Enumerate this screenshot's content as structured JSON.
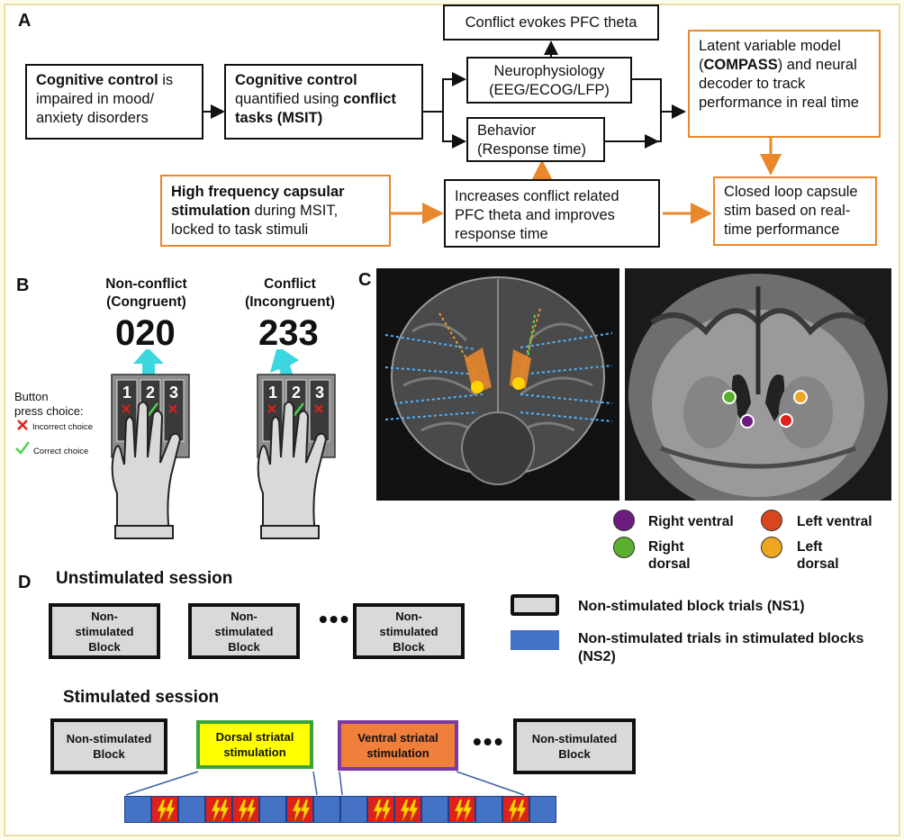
{
  "panel_letters": {
    "a": "A",
    "b": "B",
    "c": "C",
    "d": "D"
  },
  "panel_a": {
    "box1": {
      "bold": "Cognitive control",
      "rest": " is impaired in mood/ anxiety disorders"
    },
    "box2": {
      "bold1": "Cognitive control",
      "mid": " quantified using ",
      "bold2": "conflict tasks (MSIT)"
    },
    "top": "Conflict evokes PFC theta",
    "neuro_line1": "Neurophysiology",
    "neuro_line2": "(EEG/ECOG/LFP)",
    "behavior_line1": "Behavior",
    "behavior_line2": "(Response time)",
    "latent": {
      "pre": "Latent variable model (",
      "bold": "COMPASS",
      "post": ") and neural decoder to track performance in real time"
    },
    "hfs": {
      "bold": "High frequency capsular stimulation",
      "rest": " during MSIT, locked to task stimuli"
    },
    "increase": "Increases conflict related PFC theta and improves response time",
    "closed": "Closed loop capsule stim based on real-time performance",
    "colors": {
      "orange": "#e8872b"
    }
  },
  "panel_b": {
    "nonconflict_title1": "Non-conflict",
    "nonconflict_title2": "(Congruent)",
    "nonconflict_number": "020",
    "conflict_title1": "Conflict",
    "conflict_title2": "(Incongruent)",
    "conflict_number": "233",
    "keys": [
      "1",
      "2",
      "3"
    ],
    "legend_title1": "Button",
    "legend_title2": "press choice:",
    "incorrect": "Incorrect choice",
    "correct": "Correct choice"
  },
  "panel_c": {
    "legend": [
      {
        "label": "Right ventral",
        "color": "#6b1c7e"
      },
      {
        "label": "Left ventral",
        "color": "#d9461e"
      },
      {
        "label1": "Right",
        "label2": "dorsal",
        "color": "#5ab02e"
      },
      {
        "label1": "Left",
        "label2": "dorsal",
        "color": "#eea51f"
      }
    ]
  },
  "panel_d": {
    "unstim_title": "Unstimulated session",
    "stim_title": "Stimulated session",
    "nonstim_block_line1": "Non-",
    "nonstim_block_line2": "stimulated",
    "nonstim_block_line3": "Block",
    "nonstim_block2_line1": "Non-stimulated",
    "nonstim_block2_line2": "Block",
    "ellipsis": "•••",
    "dorsal_line1": "Dorsal striatal",
    "dorsal_line2": "stimulation",
    "ventral_line1": "Ventral striatal",
    "ventral_line2": "stimulation",
    "legend_ns1": "Non-stimulated block trials (NS1)",
    "legend_ns2_line1": "Non-stimulated trials in stimulated blocks",
    "legend_ns2_line2": "(NS2)",
    "colors": {
      "dorsal_fill": "#ffff00",
      "dorsal_border": "#3aa33a",
      "ventral_fill": "#ef7f3a",
      "ventral_border": "#7b3aa0",
      "trial_blue": "#4472c4",
      "trial_red": "#e0201b"
    },
    "dorsal_trials": [
      "blue",
      "red",
      "blue",
      "red",
      "red",
      "blue",
      "red",
      "blue"
    ],
    "ventral_trials": [
      "blue",
      "red",
      "red",
      "blue",
      "red",
      "blue",
      "red",
      "blue"
    ]
  }
}
